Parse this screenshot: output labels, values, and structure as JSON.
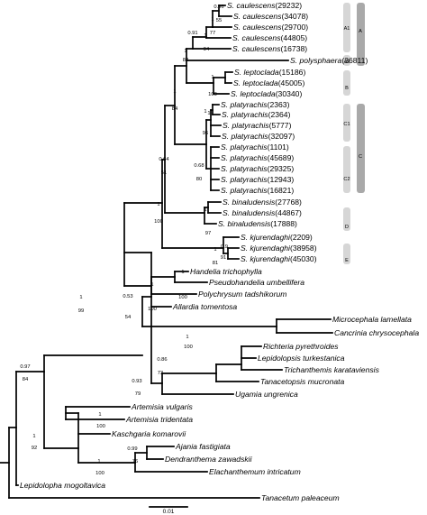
{
  "tips": [
    {
      "id": "t1",
      "name": "S. caulescens",
      "acc": "(29232)"
    },
    {
      "id": "t2",
      "name": "S. caulescens",
      "acc": "(34078)"
    },
    {
      "id": "t3",
      "name": "S. caulescens",
      "acc": "(29700)"
    },
    {
      "id": "t4",
      "name": "S. caulescens",
      "acc": "(44805)"
    },
    {
      "id": "t5",
      "name": "S. caulescens",
      "acc": "(16738)"
    },
    {
      "id": "t6",
      "name": "S. polysphaera",
      "acc": "(36811)"
    },
    {
      "id": "t7",
      "name": "S. leptoclada",
      "acc": "(15186)"
    },
    {
      "id": "t8",
      "name": "S. leptoclada",
      "acc": "(45005)"
    },
    {
      "id": "t9",
      "name": "S. leptoclada",
      "acc": "(30340)"
    },
    {
      "id": "t10",
      "name": "S. platyrachis",
      "acc": "(2363)"
    },
    {
      "id": "t11",
      "name": "S. platyrachis",
      "acc": "(2364)"
    },
    {
      "id": "t12",
      "name": "S. platyrachis",
      "acc": "(5777)"
    },
    {
      "id": "t13",
      "name": "S. platyrachis",
      "acc": "(32097)"
    },
    {
      "id": "t14",
      "name": "S. platyrachis",
      "acc": "(1101)"
    },
    {
      "id": "t15",
      "name": "S. platyrachis",
      "acc": "(45689)"
    },
    {
      "id": "t16",
      "name": "S. platyrachis",
      "acc": "(29325)"
    },
    {
      "id": "t17",
      "name": "S. platyrachis",
      "acc": "(12943)"
    },
    {
      "id": "t18",
      "name": "S. platyrachis",
      "acc": "(16821)"
    },
    {
      "id": "t19",
      "name": "S. binaludensis",
      "acc": "(27768)"
    },
    {
      "id": "t20",
      "name": "S. binaludensis",
      "acc": "(44867)"
    },
    {
      "id": "t21",
      "name": "S. binaludensis",
      "acc": "(17888)"
    },
    {
      "id": "t22",
      "name": "S. kjurendaghi",
      "acc": "(2209)"
    },
    {
      "id": "t23",
      "name": "S. kjurendaghi",
      "acc": "(38958)"
    },
    {
      "id": "t24",
      "name": "S. kjurendaghi",
      "acc": "(45030)"
    },
    {
      "id": "t25",
      "name": "Handelia trichophylla",
      "acc": ""
    },
    {
      "id": "t26",
      "name": "Pseudohandelia umbellifera",
      "acc": ""
    },
    {
      "id": "t27",
      "name": "Polychrysum tadshikorum",
      "acc": ""
    },
    {
      "id": "t28",
      "name": "Allardia tomentosa",
      "acc": ""
    },
    {
      "id": "t29",
      "name": "Microcephala lamellata",
      "acc": ""
    },
    {
      "id": "t30",
      "name": "Cancrinia chrysocephala",
      "acc": ""
    },
    {
      "id": "t31",
      "name": "Richteria pyrethroides",
      "acc": ""
    },
    {
      "id": "t32",
      "name": "Lepidolopsis turkestanica",
      "acc": ""
    },
    {
      "id": "t33",
      "name": "Trichanthemis karataviensis",
      "acc": ""
    },
    {
      "id": "t34",
      "name": "Tanacetopsis mucronata",
      "acc": ""
    },
    {
      "id": "t35",
      "name": "Ugamia ungrenica",
      "acc": ""
    },
    {
      "id": "t36",
      "name": "Artemisia vulgaris",
      "acc": ""
    },
    {
      "id": "t37",
      "name": "Artemisia tridentata",
      "acc": ""
    },
    {
      "id": "t38",
      "name": "Kaschgaria komarovii",
      "acc": ""
    },
    {
      "id": "t39",
      "name": "Ajania fastigiata",
      "acc": ""
    },
    {
      "id": "t40",
      "name": "Dendranthema zawadskii",
      "acc": ""
    },
    {
      "id": "t41",
      "name": "Elachanthemum intricatum",
      "acc": ""
    },
    {
      "id": "t42",
      "name": "Lepidolopha mogoltavica",
      "acc": ""
    },
    {
      "id": "t43",
      "name": "Tanacetum paleaceum",
      "acc": ""
    }
  ],
  "supports": [
    {
      "id": "s1",
      "pp": "0.96",
      "bs": "55"
    },
    {
      "id": "s2",
      "pp": "1",
      "bs": "77"
    },
    {
      "id": "s3",
      "pp": "1",
      "bs": "94"
    },
    {
      "id": "s4",
      "pp": "0.91",
      "bs": ""
    },
    {
      "id": "s5",
      "pp": "1",
      "bs": "88"
    },
    {
      "id": "s6",
      "pp": "1",
      "bs": "100"
    },
    {
      "id": "s7",
      "pp": "1",
      "bs": "84"
    },
    {
      "id": "s8",
      "pp": "1",
      "bs": "96"
    },
    {
      "id": "s9",
      "pp": "1",
      "bs": ""
    },
    {
      "id": "s10",
      "pp": "0.68",
      "bs": "80"
    },
    {
      "id": "s11",
      "pp": "0.64",
      "bs": "51"
    },
    {
      "id": "s12",
      "pp": "1",
      "bs": "97"
    },
    {
      "id": "s13",
      "pp": "1",
      "bs": "100"
    },
    {
      "id": "s14",
      "pp": "0.9",
      "bs": "91"
    },
    {
      "id": "s15",
      "pp": "1",
      "bs": "81"
    },
    {
      "id": "s16",
      "pp": "1",
      "bs": "100"
    },
    {
      "id": "s17",
      "pp": "1",
      "bs": "100"
    },
    {
      "id": "s18",
      "pp": "0.53",
      "bs": "54"
    },
    {
      "id": "s19",
      "pp": "1",
      "bs": "99"
    },
    {
      "id": "s20",
      "pp": "1",
      "bs": "100"
    },
    {
      "id": "s21",
      "pp": "0.86",
      "bs": "73"
    },
    {
      "id": "s22",
      "pp": "0.93",
      "bs": "79"
    },
    {
      "id": "s23",
      "pp": "0.97",
      "bs": "84"
    },
    {
      "id": "s24",
      "pp": "1",
      "bs": "100"
    },
    {
      "id": "s25",
      "pp": "0.99",
      "bs": "76"
    },
    {
      "id": "s26",
      "pp": "1",
      "bs": "100"
    },
    {
      "id": "s27",
      "pp": "1",
      "bs": "92"
    }
  ],
  "clades": [
    {
      "id": "A1",
      "label": "A1",
      "color": "#d6d6d6"
    },
    {
      "id": "A2",
      "label": "A2",
      "color": "#d6d6d6"
    },
    {
      "id": "A",
      "label": "A",
      "color": "#a9a9a9"
    },
    {
      "id": "B",
      "label": "B",
      "color": "#d6d6d6"
    },
    {
      "id": "C1",
      "label": "C1",
      "color": "#d6d6d6"
    },
    {
      "id": "C2",
      "label": "C2",
      "color": "#d6d6d6"
    },
    {
      "id": "C",
      "label": "C",
      "color": "#a9a9a9"
    },
    {
      "id": "D",
      "label": "D",
      "color": "#d6d6d6"
    },
    {
      "id": "E",
      "label": "E",
      "color": "#d6d6d6"
    }
  ],
  "scale_bar": {
    "label": "0.01"
  }
}
